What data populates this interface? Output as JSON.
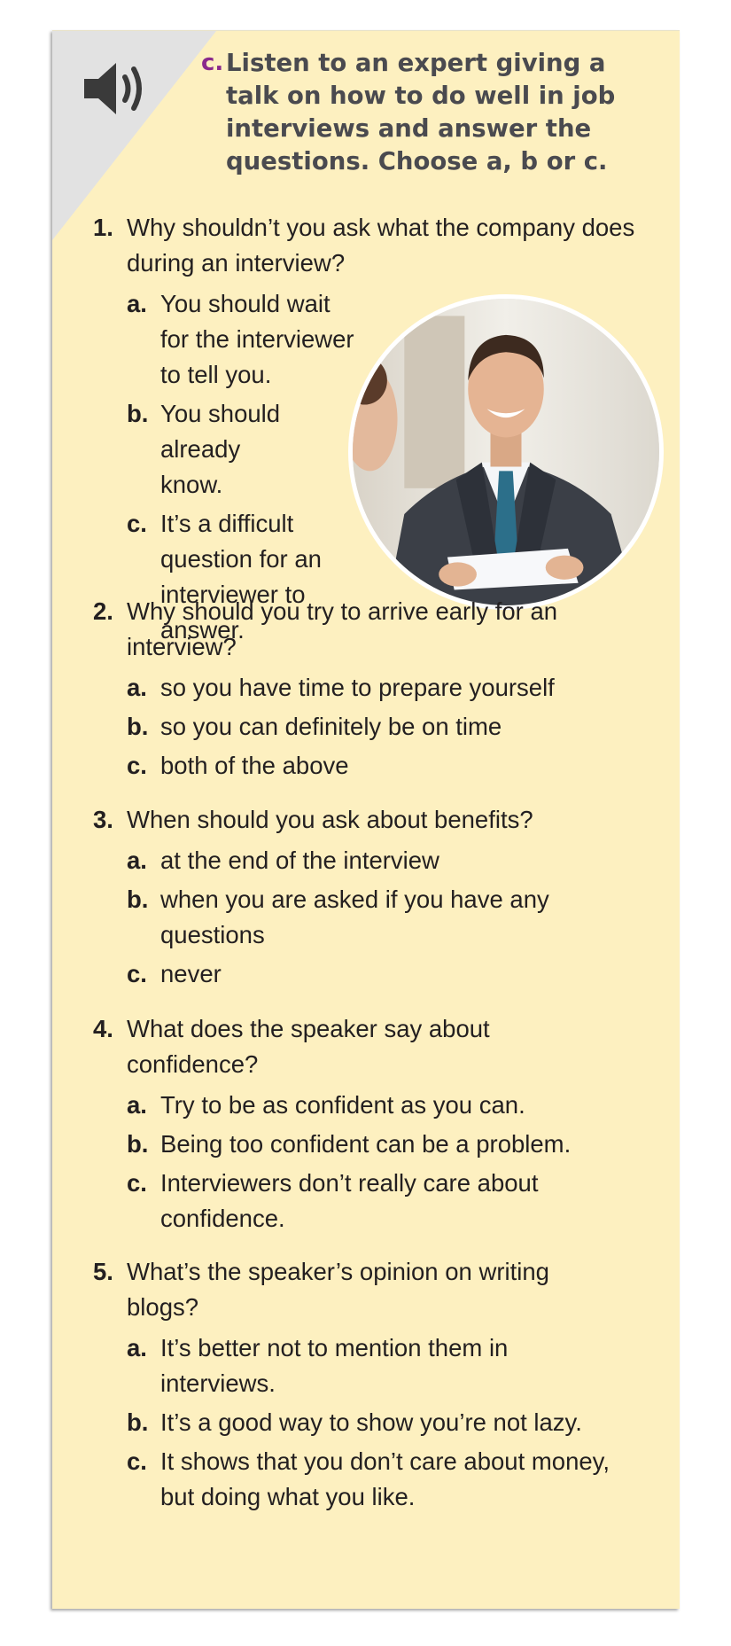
{
  "instruction": {
    "letter": "c.",
    "text": "Listen to an expert giving a talk on how to do well in job interviews and answer the questions. Choose a, b or c."
  },
  "icons": {
    "audio": "speaker-volume-icon"
  },
  "colors": {
    "card_background": "#fdf0c0",
    "corner": "#e2e2e2",
    "instruction_text": "#4a4a4f",
    "instruction_letter": "#8a2a8c"
  },
  "questions": [
    {
      "number": "1.",
      "text": "Why shouldn’t you ask what the company does during an interview?",
      "options": [
        {
          "letter": "a.",
          "text": "You should wait for the interviewer to tell you."
        },
        {
          "letter": "b.",
          "text": "You should already know."
        },
        {
          "letter": "c.",
          "text": "It’s a difficult question for an interviewer to answer."
        }
      ]
    },
    {
      "number": "2.",
      "text": "Why should you try to arrive early for an interview?",
      "options": [
        {
          "letter": "a.",
          "text": "so you have time to prepare yourself"
        },
        {
          "letter": "b.",
          "text": "so you can definitely be on time"
        },
        {
          "letter": "c.",
          "text": "both of the above"
        }
      ]
    },
    {
      "number": "3.",
      "text": "When should you ask about benefits?",
      "options": [
        {
          "letter": "a.",
          "text": "at the end of the interview"
        },
        {
          "letter": "b.",
          "text": "when you are asked if you have any questions"
        },
        {
          "letter": "c.",
          "text": "never"
        }
      ]
    },
    {
      "number": "4.",
      "text": "What does the speaker say about confidence?",
      "options": [
        {
          "letter": "a.",
          "text": "Try to be as confident as you can."
        },
        {
          "letter": "b.",
          "text": "Being too confident can be a problem."
        },
        {
          "letter": "c.",
          "text": "Interviewers don’t really care about confidence."
        }
      ]
    },
    {
      "number": "5.",
      "text": "What’s the speaker’s opinion on writing blogs?",
      "options": [
        {
          "letter": "a.",
          "text": "It’s better not to mention them in interviews."
        },
        {
          "letter": "b.",
          "text": "It’s a good way to show you’re not lazy."
        },
        {
          "letter": "c.",
          "text": "It shows that you don’t care about money, but doing what you like."
        }
      ]
    }
  ]
}
